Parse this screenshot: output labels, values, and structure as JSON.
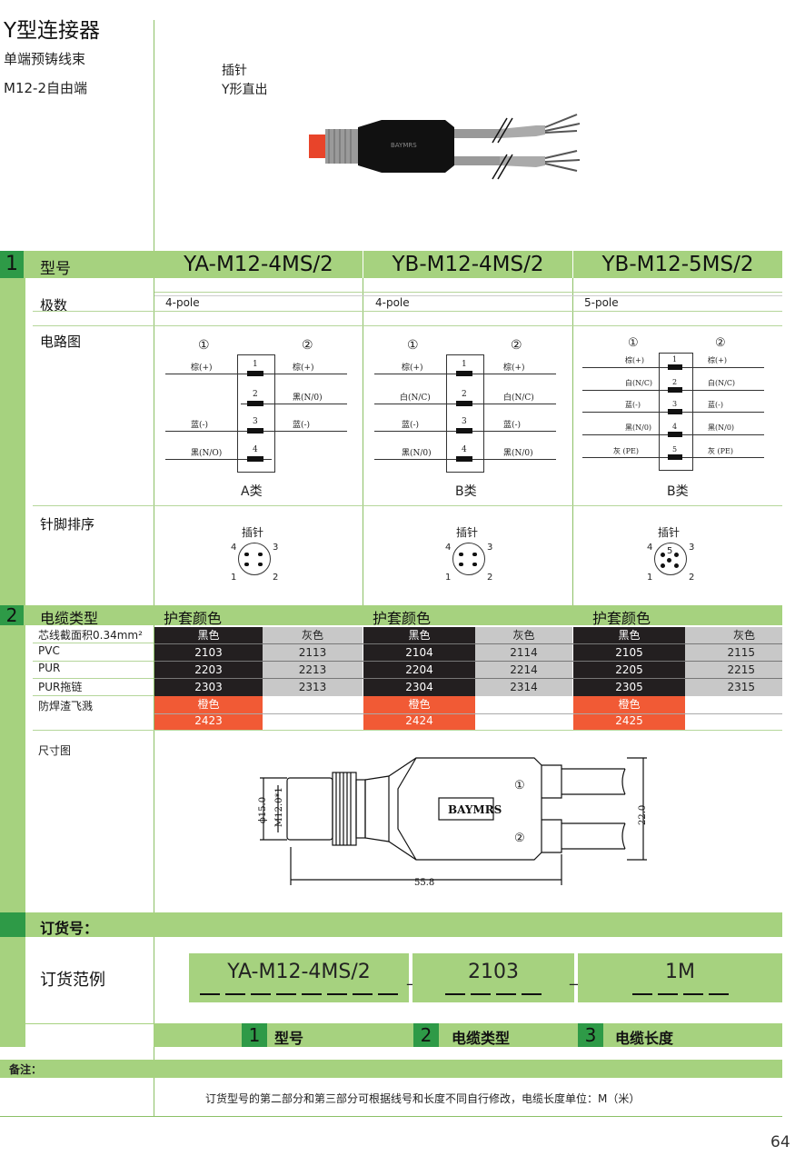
{
  "header": {
    "title": "Y型连接器",
    "subtitle1": "单端预铸线束",
    "subtitle2": "M12-2自由端",
    "product_type1": "插针",
    "product_type2": "Y形直出",
    "brand": "BAYMRS"
  },
  "section1": {
    "num": "1",
    "label": "型号",
    "models": [
      "YA-M12-4MS/2",
      "YB-M12-4MS/2",
      "YB-M12-5MS/2"
    ],
    "poles_label": "极数",
    "poles": [
      "4-pole",
      "4-pole",
      "5-pole"
    ],
    "circuit_label": "电路图",
    "circle1": "①",
    "circle2": "②",
    "circuit_a": {
      "left": [
        "棕(+)",
        "",
        "蓝(-)",
        "黑(N/O)"
      ],
      "right": [
        "棕(+)",
        "黑(N/0)",
        "蓝(-)",
        ""
      ],
      "pins": [
        "1",
        "2",
        "3",
        "4"
      ],
      "class": "A类"
    },
    "circuit_b": {
      "left": [
        "棕(+)",
        "白(N/C)",
        "蓝(-)",
        "黑(N/0)"
      ],
      "right": [
        "棕(+)",
        "白(N/C)",
        "蓝(-)",
        "黑(N/0)"
      ],
      "pins": [
        "1",
        "2",
        "3",
        "4"
      ],
      "class": "B类"
    },
    "circuit_c": {
      "left": [
        "棕(+)",
        "白(N/C)",
        "蓝(-)",
        "黑(N/0)",
        "灰 (PE)"
      ],
      "right": [
        "棕(+)",
        "白(N/C)",
        "蓝(-)",
        "黑(N/0)",
        "灰 (PE)"
      ],
      "pins": [
        "1",
        "2",
        "3",
        "4",
        "5"
      ],
      "class": "B类"
    },
    "pinout_label": "针脚排序",
    "pinout_title": "插针",
    "pin_labels": {
      "p1": "1",
      "p2": "2",
      "p3": "3",
      "p4": "4",
      "p5": "5"
    }
  },
  "section2": {
    "num": "2",
    "label": "电缆类型",
    "jacket_label": "护套颜色",
    "rows_labels": [
      "芯线截面积0.34mm²",
      "PVC",
      "PUR",
      "PUR拖链",
      "防焊渣飞溅"
    ],
    "col1": {
      "black": "黑色",
      "gray": "灰色",
      "pvc": [
        "2103",
        "2113"
      ],
      "pur": [
        "2203",
        "2213"
      ],
      "purt": [
        "2303",
        "2313"
      ],
      "orange": "橙色",
      "orange_code": "2423"
    },
    "col2": {
      "black": "黑色",
      "gray": "灰色",
      "pvc": [
        "2104",
        "2114"
      ],
      "pur": [
        "2204",
        "2214"
      ],
      "purt": [
        "2304",
        "2314"
      ],
      "orange": "橙色",
      "orange_code": "2424"
    },
    "col3": {
      "black": "黑色",
      "gray": "灰色",
      "pvc": [
        "2105",
        "2115"
      ],
      "pur": [
        "2205",
        "2215"
      ],
      "purt": [
        "2305",
        "2315"
      ],
      "orange": "橙色",
      "orange_code": "2425"
    },
    "dim_label": "尺寸图",
    "dims": {
      "d15": "ϕ15.0",
      "m12": "M12.0*1",
      "len": "55.8",
      "h": "22.0",
      "c1": "①",
      "c2": "②"
    }
  },
  "order": {
    "label": "订货号：",
    "example_label": "订货范例",
    "part1": "YA-M12-4MS/2",
    "part2": "2103",
    "part3": "1M",
    "sep": "_",
    "legend": [
      {
        "num": "1",
        "text": "型号"
      },
      {
        "num": "2",
        "text": "电缆类型"
      },
      {
        "num": "3",
        "text": "电缆长度"
      }
    ]
  },
  "notes": {
    "label": "备注：",
    "text": "订货型号的第二部分和第三部分可根据线号和长度不同自行修改，电缆长度单位：M（米）"
  },
  "page_number": "64",
  "colors": {
    "green": "#a6d27f",
    "dark_green": "#2e9a47",
    "orange": "#f15a35",
    "black": "#231f20",
    "gray": "#c8c8c8"
  }
}
